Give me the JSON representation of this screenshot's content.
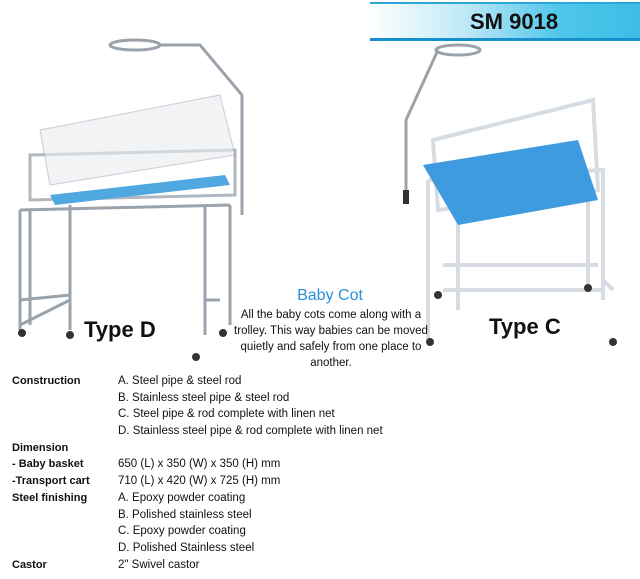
{
  "header": {
    "model": "SM 9018"
  },
  "products": [
    {
      "label": "Type D"
    },
    {
      "label": "Type C"
    }
  ],
  "description": {
    "title": "Baby Cot",
    "text": "All the baby cots come along with a trolley. This way babies can be moved quietly and safely from one place to another."
  },
  "specs": [
    {
      "label": "Construction",
      "value": "A. Steel pipe & steel rod"
    },
    {
      "label": "",
      "value": "B. Stainless steel pipe & steel rod"
    },
    {
      "label": "",
      "value": "C. Steel pipe & rod complete with linen net"
    },
    {
      "label": "",
      "value": "D. Stainless steel pipe & rod complete with linen net"
    },
    {
      "label": "Dimension",
      "value": ""
    },
    {
      "label": "- Baby basket",
      "value": "650 (L) x 350 (W) x 350 (H) mm"
    },
    {
      "label": "-Transport cart",
      "value": "710 (L) x 420 (W) x 725 (H) mm"
    },
    {
      "label": "Steel finishing",
      "value": "A. Epoxy powder coating"
    },
    {
      "label": "",
      "value": "B. Polished stainless steel"
    },
    {
      "label": "",
      "value": "C. Epoxy powder coating"
    },
    {
      "label": "",
      "value": "D. Polished Stainless steel"
    },
    {
      "label": "Castor",
      "value": "2\" Swivel castor"
    }
  ]
}
